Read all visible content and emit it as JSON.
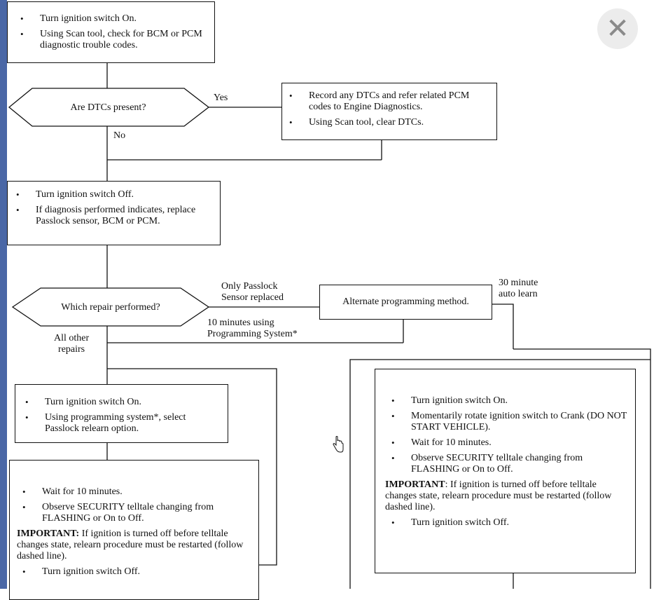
{
  "close_icon": "✕",
  "start_box": {
    "items": [
      "Turn ignition switch On.",
      "Using Scan tool, check for BCM or PCM diagnostic trouble codes."
    ]
  },
  "decision_dtc": {
    "question": "Are DTCs present?",
    "yes_label": "Yes",
    "no_label": "No"
  },
  "dtc_box": {
    "items": [
      "Record any DTCs and refer related PCM codes to Engine Diagnostics.",
      "Using Scan tool, clear DTCs."
    ]
  },
  "ignition_off_box": {
    "items": [
      "Turn ignition switch Off.",
      "If diagnosis performed indicates, replace Passlock sensor, BCM or PCM."
    ]
  },
  "decision_repair": {
    "question": "Which repair performed?",
    "only_passlock_label": "Only Passlock\nSensor replaced",
    "ten_minutes_label": "10 minutes using\nProgramming System*",
    "all_other_label": "All other\nrepairs"
  },
  "alt_box": {
    "label": "Alternate programming method.",
    "thirty_min_label": "30 minute\nauto learn"
  },
  "prog_box": {
    "items": [
      "Turn ignition switch On.",
      "Using programming system*, select Passlock relearn option."
    ]
  },
  "wait_box_left": {
    "items": [
      "Wait for 10 minutes.",
      "Observe SECURITY telltale changing from FLASHING or On to Off."
    ],
    "important_label": "IMPORTANT:",
    "important_text": "If ignition is turned off before telltale changes state, relearn procedure must be restarted (follow dashed line).",
    "final_item": "Turn ignition switch Off."
  },
  "auto_learn_box": {
    "items": [
      "Turn ignition switch On.",
      "Momentarily rotate ignition switch to Crank (DO NOT START VEHICLE).",
      "Wait for 10 minutes.",
      "Observe SECURITY telltale changing from FLASHING or On to Off."
    ],
    "important_label": "IMPORTANT",
    "important_text": ": If ignition is turned off before telltale changes state, relearn procedure must be restarted (follow dashed line).",
    "final_item": "Turn ignition switch Off."
  }
}
